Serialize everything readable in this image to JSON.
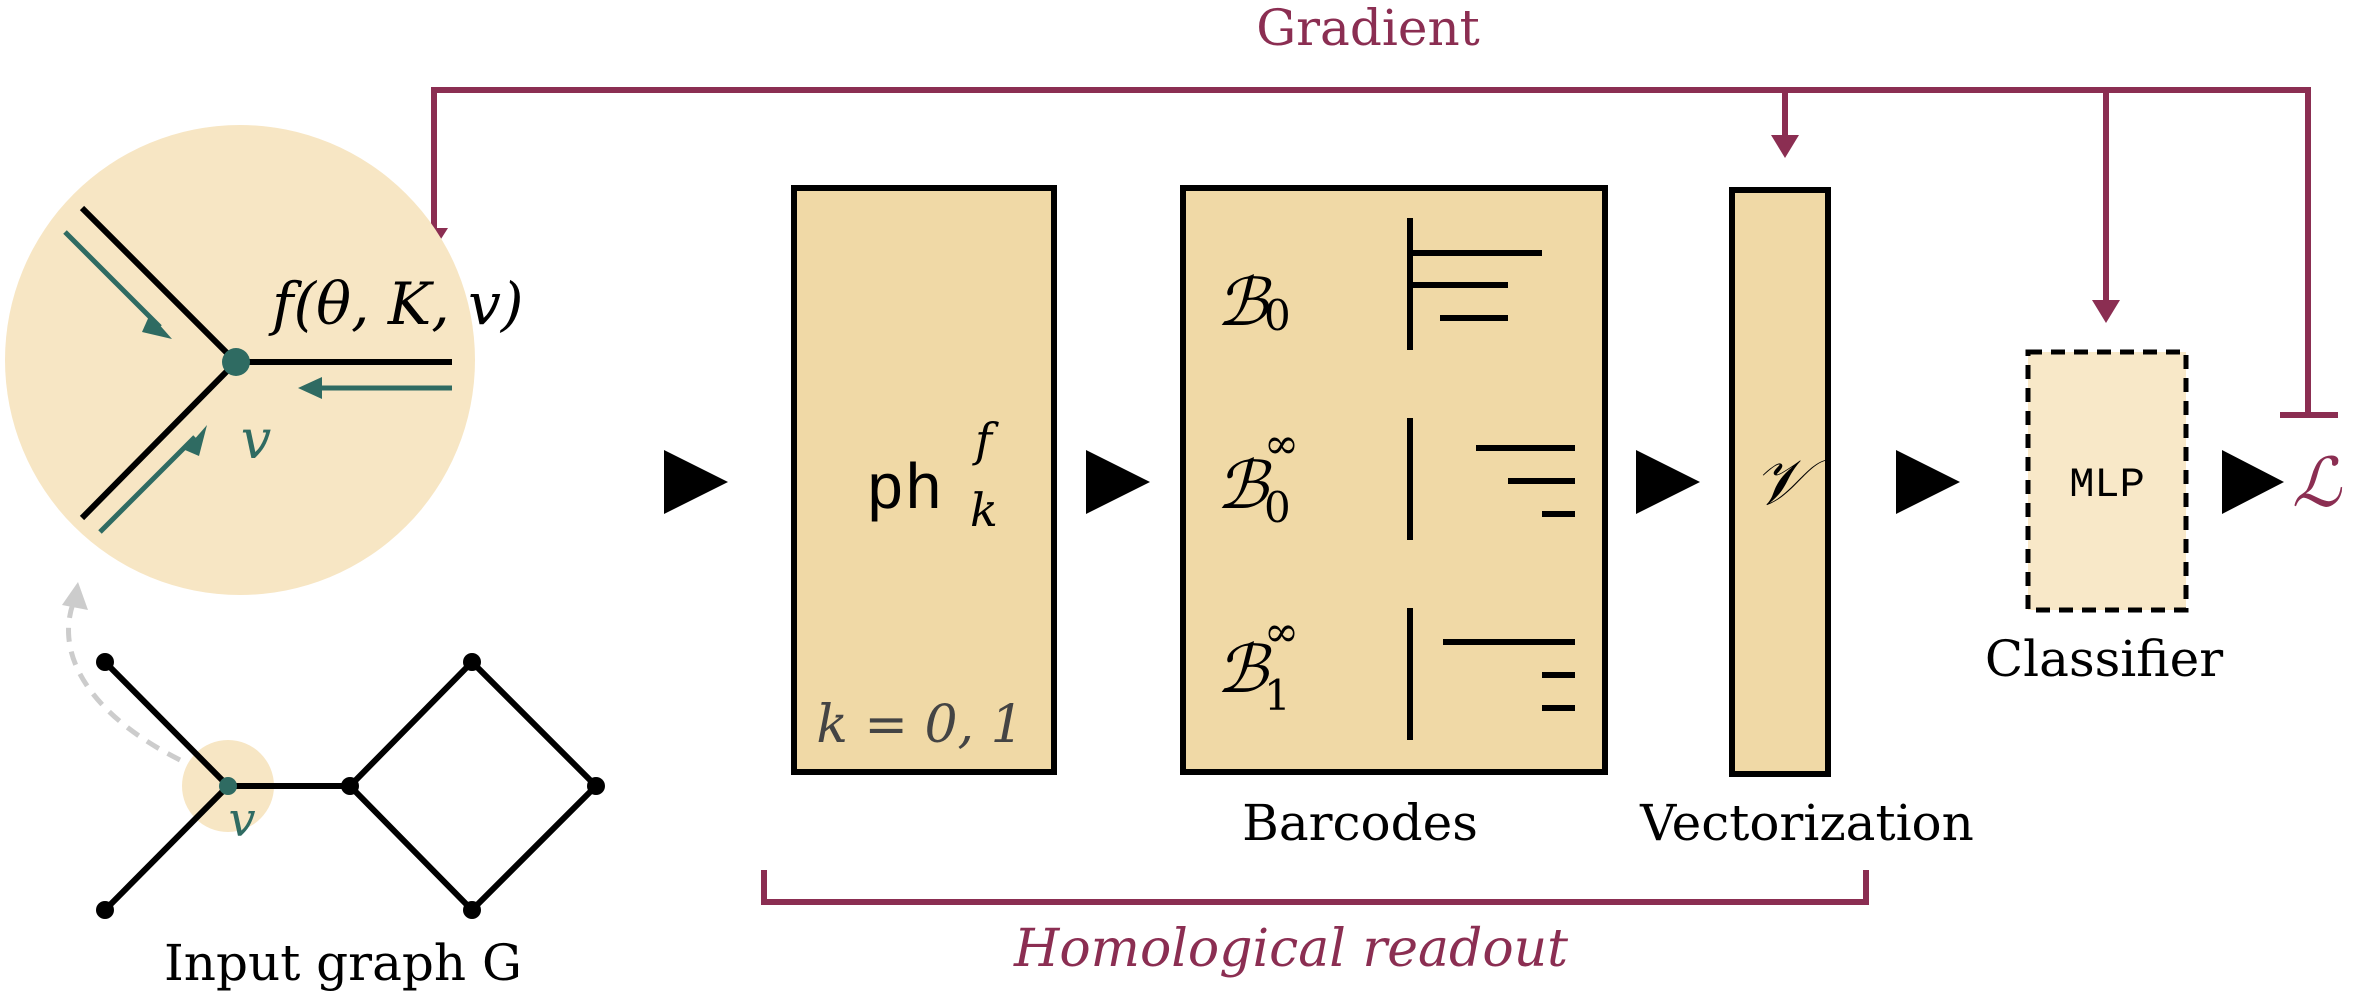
{
  "colors": {
    "accent": "#8b2e52",
    "box_fill": "#f0d9a6",
    "circle_fill": "#f7e6c4",
    "mlp_fill": "#f8e8c8",
    "node_teal": "#2f6b62",
    "stroke": "#000000",
    "dashed_gray": "#cccccc"
  },
  "gradient": {
    "label": "Gradient"
  },
  "zoom": {
    "function_label": "f(θ, K, v)",
    "vertex_label": "v"
  },
  "input_graph": {
    "vertex_label": "v",
    "caption": "Input graph G"
  },
  "ph_box": {
    "symbol": "ph",
    "superscript": "f",
    "subscript": "k",
    "index_label": "k = 0, 1"
  },
  "barcodes": {
    "caption": "Barcodes",
    "rows": [
      {
        "symbol": "ℬ",
        "sub": "0",
        "sup": ""
      },
      {
        "symbol": "ℬ",
        "sub": "0",
        "sup": "∞"
      },
      {
        "symbol": "ℬ",
        "sub": "1",
        "sup": "∞"
      }
    ]
  },
  "vectorization": {
    "symbol": "𝒱",
    "caption": "Vectorization"
  },
  "classifier": {
    "box_label": "MLP",
    "caption": "Classifier"
  },
  "loss": {
    "symbol": "ℒ"
  },
  "readout": {
    "label": "Homological readout"
  }
}
